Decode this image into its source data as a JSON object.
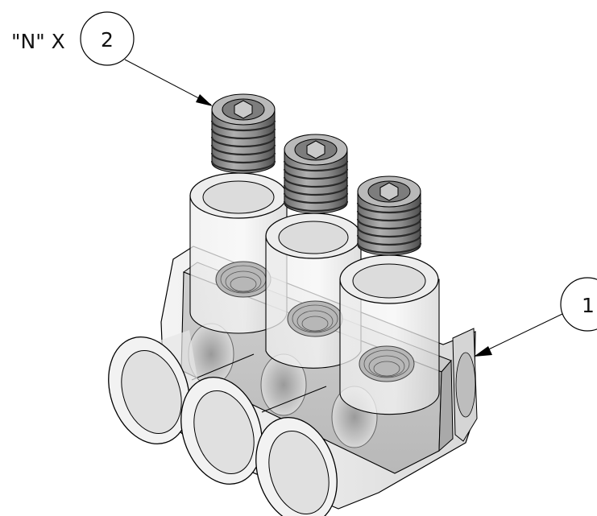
{
  "callouts": [
    {
      "id": "connector-body",
      "number": "1"
    },
    {
      "id": "set-screw",
      "number": "2",
      "prefix": "\"N\" X"
    }
  ],
  "colors": {
    "line": "#000000",
    "body_fill": "#e3e3e3",
    "body_dark": "#c6c6c6",
    "screw_fill": "#8e8e8e",
    "screw_dark": "#5a5a5a",
    "thread_line": "#333333"
  }
}
